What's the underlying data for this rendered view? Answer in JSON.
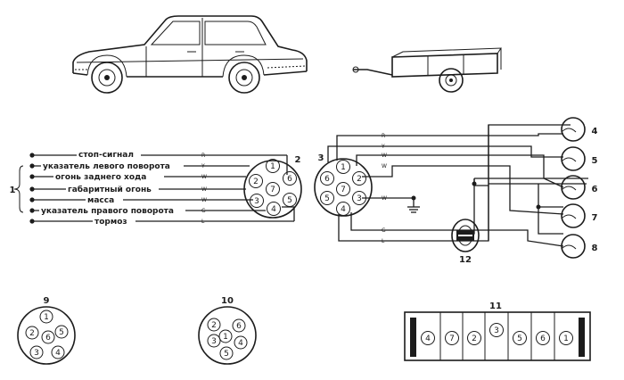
{
  "labels": {
    "stop": "стоп-сигнал",
    "left_turn": "указатель левого поворота",
    "reverse": "огонь заднего хода",
    "side": "габаритный огонь",
    "ground": "масса",
    "right_turn": "указатель правого поворота",
    "brake": "тормоз"
  },
  "wire_codes": [
    "R",
    "Y",
    "W",
    "W",
    "W",
    "G",
    "L"
  ],
  "callouts": {
    "n1": "1",
    "n2": "2",
    "n3": "3",
    "n4": "4",
    "n5": "5",
    "n6": "6",
    "n7": "7",
    "n8": "8",
    "n9": "9",
    "n10": "10",
    "n11": "11",
    "n12": "12"
  },
  "socket_pins": {
    "p1": "1",
    "p2": "2",
    "p3": "3",
    "p4": "4",
    "p5": "5",
    "p6": "6",
    "p7": "7"
  },
  "strip_pins": [
    "4",
    "7",
    "2",
    "3",
    "5",
    "6",
    "1"
  ],
  "icons": [
    "car-icon",
    "trailer-icon",
    "lamp-icon",
    "brake-magnet-icon",
    "ground-symbol-icon"
  ]
}
